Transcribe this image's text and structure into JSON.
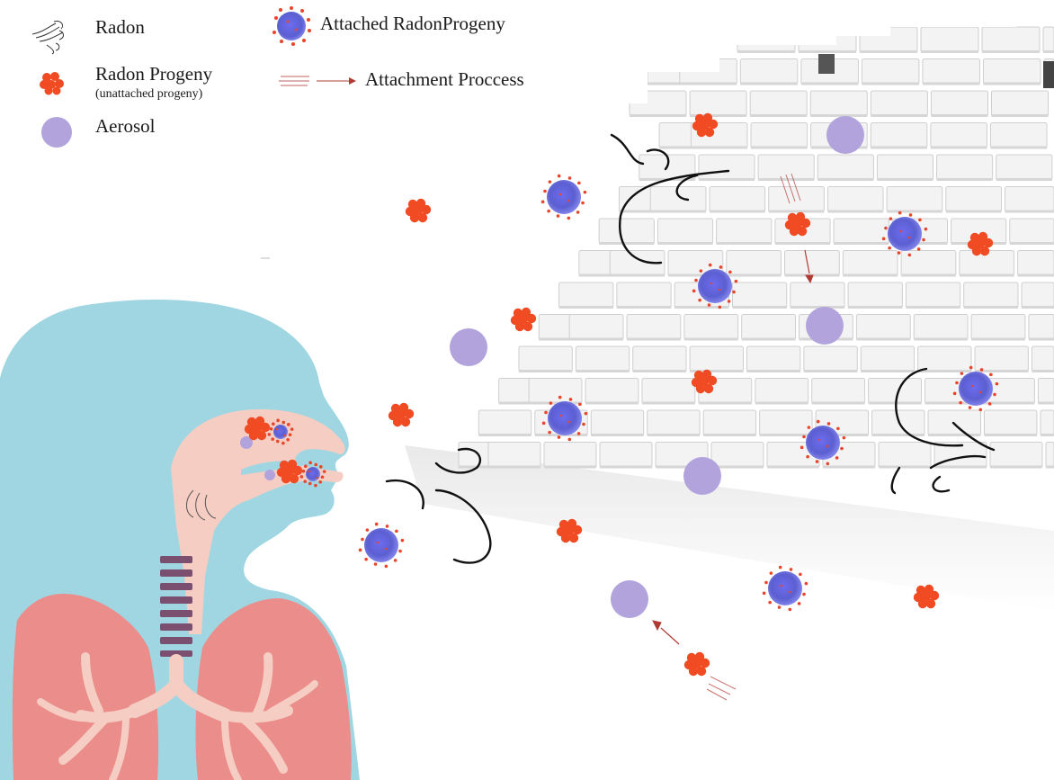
{
  "legend": {
    "radon": "Radon",
    "radon_progeny": "Radon Progeny",
    "radon_progeny_sub": "(unattached progeny)",
    "aerosol": "Aerosol",
    "attached_progeny": "Attached RadonProgeny",
    "attachment_process": "Attachment Proccess"
  },
  "colors": {
    "radon_progeny": "#f04b22",
    "aerosol": "#b3a3dd",
    "attached_core": "#5b5fd0",
    "attached_dots": "#e8452a",
    "head_body": "#9fd6e2",
    "airway": "#f6cdc3",
    "lungs": "#ea8d8b",
    "trachea_rings": "#7a4f6f",
    "arrow": "#b13a35",
    "wall_brick": "#f2f2f2",
    "wall_shadow": "#b8b8b8",
    "radon_curve": "#111111"
  },
  "icons": [
    "radon-swirl-icon",
    "radon-progeny-cluster-icon",
    "aerosol-circle-icon",
    "attached-progeny-icon",
    "attachment-arrow-icon"
  ]
}
